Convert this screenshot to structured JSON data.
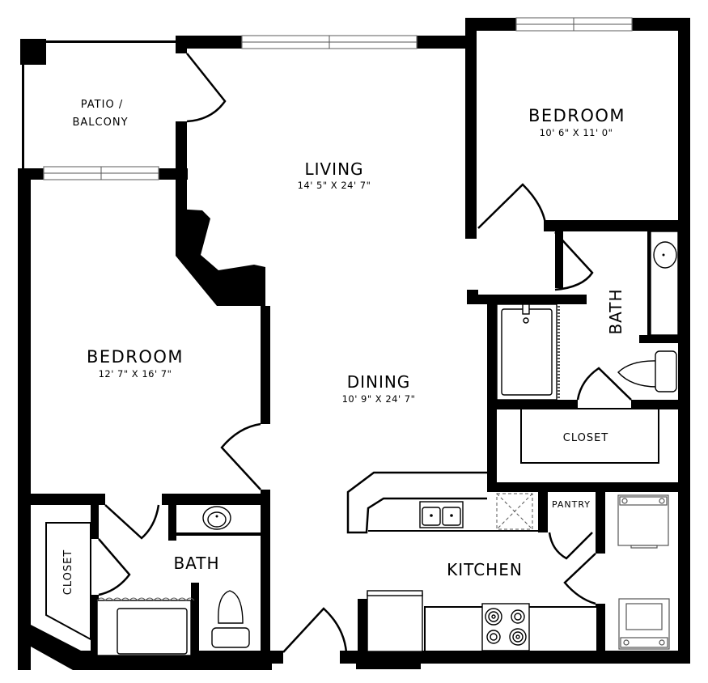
{
  "floor_plan": {
    "rooms": [
      {
        "id": "patio",
        "label_line1": "PATIO /",
        "label_line2": "BALCONY"
      },
      {
        "id": "living",
        "label": "LIVING",
        "dimensions": "14' 5\" X 24' 7\""
      },
      {
        "id": "bedroom_2",
        "label": "BEDROOM",
        "dimensions": "10' 6\" X 11' 0\""
      },
      {
        "id": "bedroom_1",
        "label": "BEDROOM",
        "dimensions": "12' 7\" X 16' 7\""
      },
      {
        "id": "dining",
        "label": "DINING",
        "dimensions": "10' 9\" X 24' 7\""
      },
      {
        "id": "bath_2",
        "label": "BATH"
      },
      {
        "id": "closet_2",
        "label": "CLOSET"
      },
      {
        "id": "pantry",
        "label": "PANTRY"
      },
      {
        "id": "kitchen",
        "label": "KITCHEN"
      },
      {
        "id": "bath_1",
        "label": "BATH"
      },
      {
        "id": "closet_1",
        "label": "CLOSET"
      }
    ],
    "colors": {
      "wall": "#000000",
      "background": "#ffffff",
      "window": "#777777"
    }
  }
}
